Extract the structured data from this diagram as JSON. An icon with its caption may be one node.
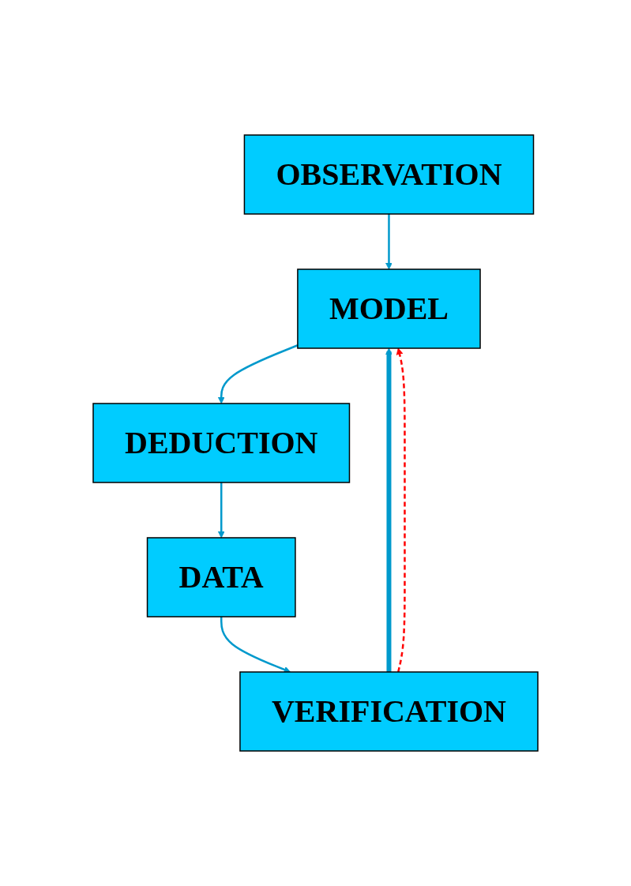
{
  "diagram": {
    "nodes": [
      {
        "text": [
          "OBSERVATION"
        ]
      },
      {
        "text": [
          "MODEL"
        ]
      },
      {
        "text": [
          "DEDUCTION"
        ]
      },
      {
        "text": [
          "DATA"
        ]
      },
      {
        "text": [
          "VERIFICATION"
        ]
      }
    ],
    "edges": [
      {
        "from": 0,
        "to": 1,
        "arrow": "to"
      },
      {
        "from": 1,
        "to": 2,
        "arrow": "to"
      },
      {
        "from": 2,
        "to": 3,
        "arrow": "to"
      },
      {
        "from": 3,
        "to": 4,
        "arrow": "to"
      },
      {
        "from": 4,
        "to": 1,
        "arrow": "to",
        "style": "thick"
      },
      {
        "from": 4,
        "to": 1,
        "arrow": "to",
        "style": "dashed",
        "color": "#ff0000"
      }
    ]
  }
}
